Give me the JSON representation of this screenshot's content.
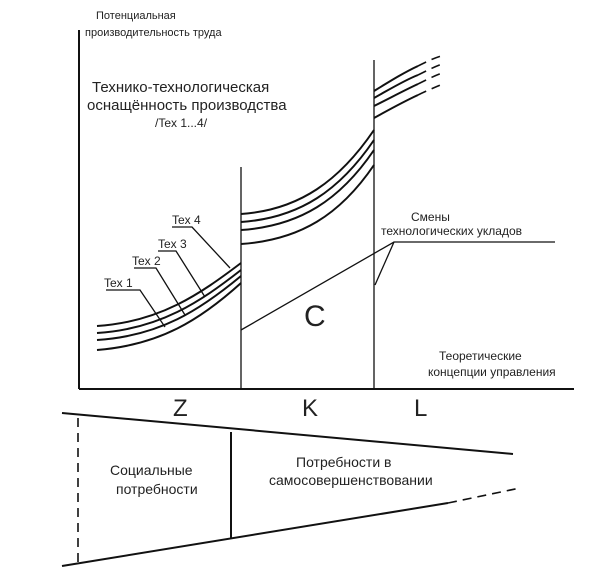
{
  "axes": {
    "y_label_line1": "Потенциальная",
    "y_label_line2": "производительность труда",
    "x_label_line1": "Теоретические",
    "x_label_line2": "концепции управления"
  },
  "tech_title": {
    "line1": "Технико-технологическая",
    "line2": "оснащённость производства",
    "range": "/Tex 1...4/"
  },
  "curve_labels": [
    "Tex 1",
    "Tex 2",
    "Tex 3",
    "Tex 4"
  ],
  "shifts_label": {
    "line1": "Смены",
    "line2": "технологических укладов"
  },
  "region_label": "C",
  "concepts": [
    "Z",
    "K",
    "L"
  ],
  "funnel": {
    "left_line1": "Социальные",
    "left_line2": "потребности",
    "right_line1": "Потребности в",
    "right_line2": "самосовершенствовании"
  }
}
